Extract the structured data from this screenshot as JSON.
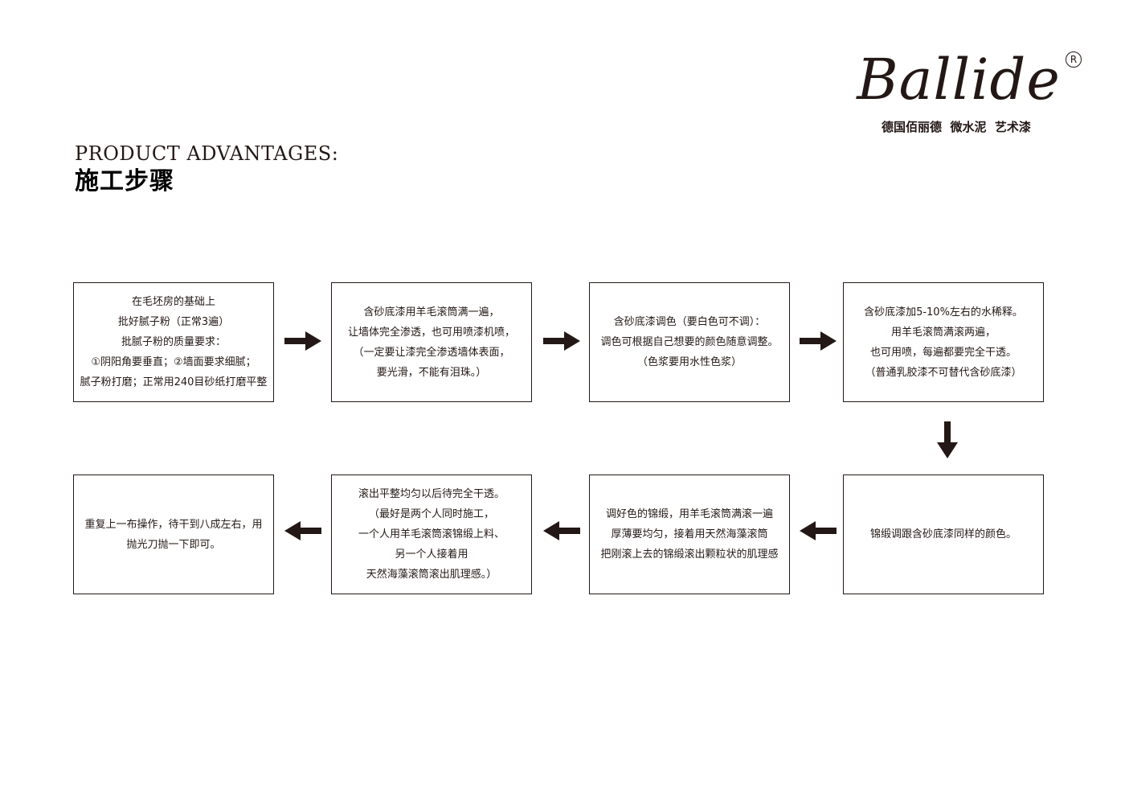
{
  "brand": {
    "logo_text": "Ballide",
    "registered_mark": "R",
    "tagline": "德国佰丽德  微水泥  艺术漆"
  },
  "heading": {
    "en": "PRODUCT ADVANTAGES:",
    "zh": "施工步骤"
  },
  "colors": {
    "ink": "#231815",
    "background": "#ffffff"
  },
  "steps": [
    {
      "lines": [
        "在毛坯房的基础上",
        "批好腻子粉（正常3遍）",
        "批腻子粉的质量要求：",
        "①阴阳角要垂直；②墙面要求细腻；",
        "腻子粉打磨；正常用240目砂纸打磨平整"
      ]
    },
    {
      "lines": [
        "含砂底漆用羊毛滚筒满一遍，",
        "让墙体完全渗透，也可用喷漆机喷，",
        "（一定要让漆完全渗透墙体表面，",
        "要光滑，不能有泪珠。）"
      ]
    },
    {
      "lines": [
        "含砂底漆调色（要白色可不调）：",
        "调色可根据自己想要的颜色随意调整。",
        "（色浆要用水性色浆）"
      ]
    },
    {
      "lines": [
        "含砂底漆加5-10%左右的水稀释。",
        "用羊毛滚筒满滚两遍，",
        "也可用喷，每遍都要完全干透。",
        "（普通乳胶漆不可替代含砂底漆）"
      ]
    },
    {
      "lines": [
        "锦缎调跟含砂底漆同样的颜色。"
      ]
    },
    {
      "lines": [
        "调好色的锦缎，用羊毛滚筒满滚一遍",
        "厚薄要均匀，接着用天然海藻滚筒",
        "把刚滚上去的锦缎滚出颗粒状的肌理感"
      ]
    },
    {
      "lines": [
        "滚出平整均匀以后待完全干透。",
        "（最好是两个人同时施工，",
        "一个人用羊毛滚筒滚锦缎上料、",
        "另一个人接着用",
        "天然海藻滚筒滚出肌理感。）"
      ]
    },
    {
      "lines": [
        "重复上一布操作，待干到八成左右，用",
        "抛光刀抛一下即可。"
      ]
    }
  ],
  "arrows": [
    {
      "from": 1,
      "to": 2,
      "direction": "right"
    },
    {
      "from": 2,
      "to": 3,
      "direction": "right"
    },
    {
      "from": 3,
      "to": 4,
      "direction": "right"
    },
    {
      "from": 4,
      "to": 5,
      "direction": "down"
    },
    {
      "from": 5,
      "to": 6,
      "direction": "left"
    },
    {
      "from": 6,
      "to": 7,
      "direction": "left"
    },
    {
      "from": 7,
      "to": 8,
      "direction": "left"
    }
  ]
}
